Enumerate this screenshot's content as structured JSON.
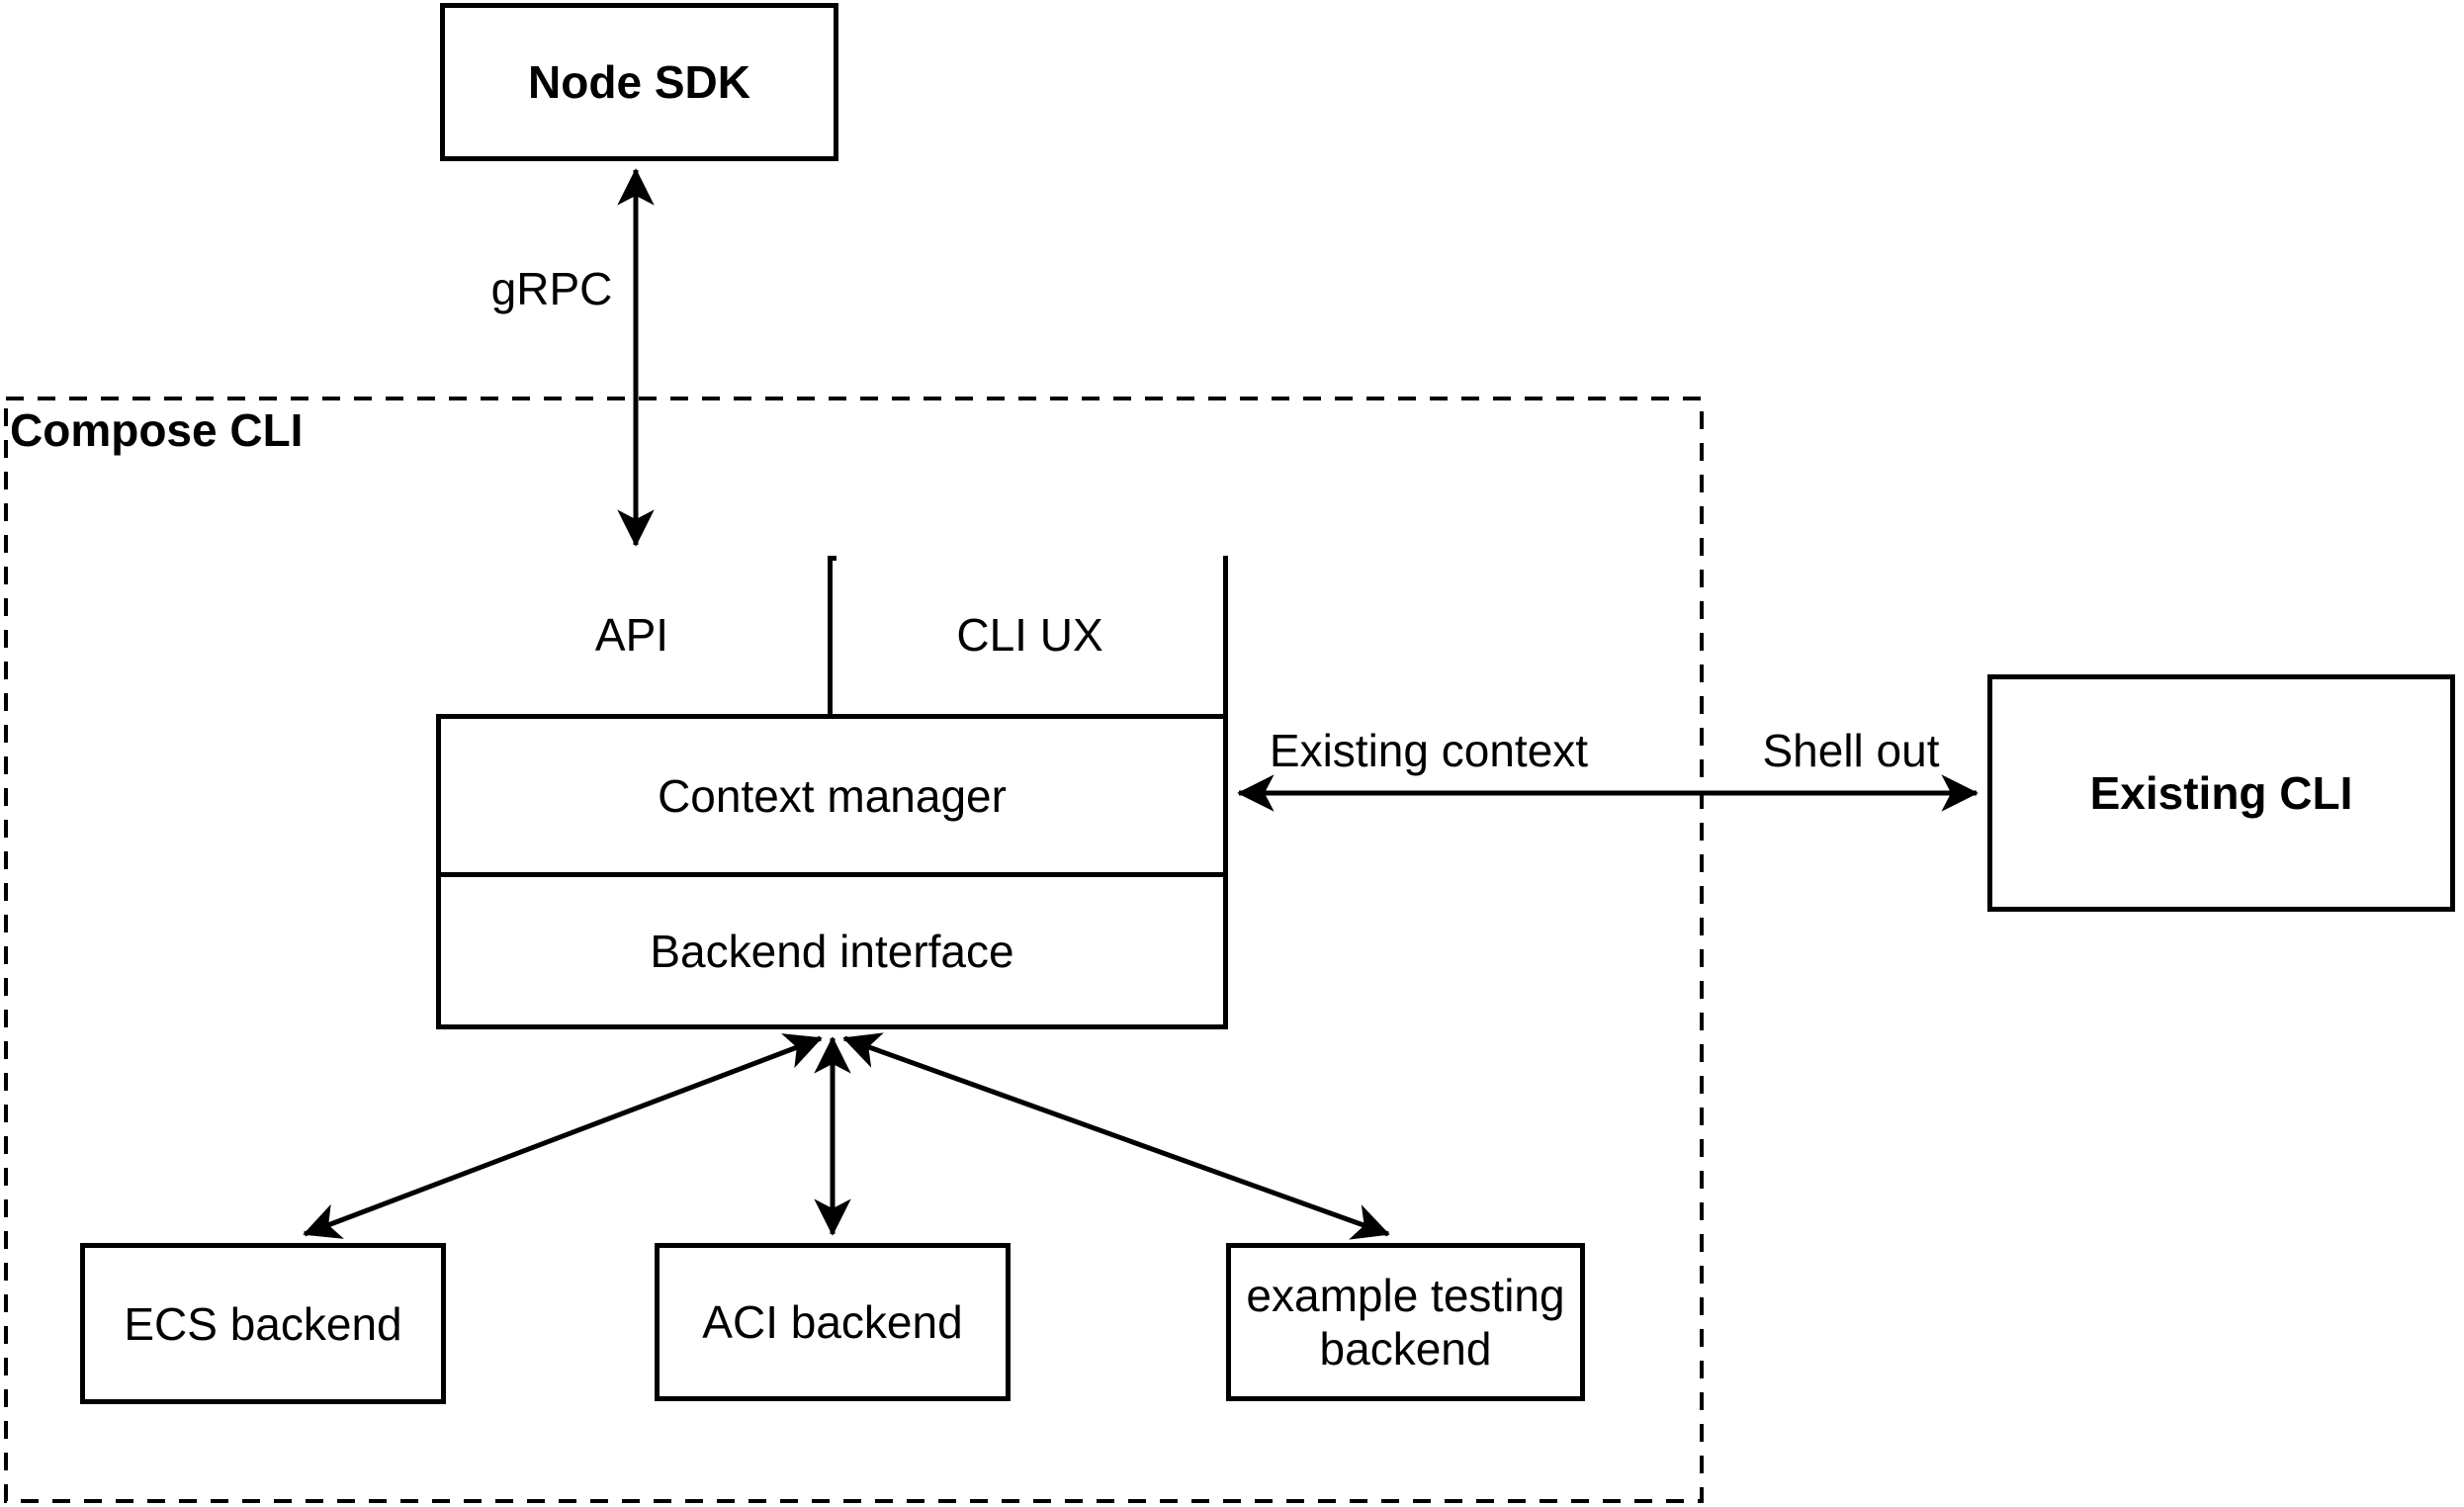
{
  "diagram": {
    "group": {
      "label": "Compose CLI"
    },
    "nodes": {
      "node_sdk": "Node SDK",
      "api": "API",
      "cli_ux": "CLI UX",
      "context_manager": "Context manager",
      "backend_interface": "Backend interface",
      "ecs_backend": "ECS backend",
      "aci_backend": "ACI backend",
      "example_testing_backend": "example testing backend",
      "existing_cli": "Existing CLI"
    },
    "edges": {
      "grpc_label": "gRPC",
      "existing_context_label": "Existing context",
      "shell_out_label": "Shell out"
    },
    "colors": {
      "line": "#000000",
      "background": "#ffffff"
    }
  }
}
